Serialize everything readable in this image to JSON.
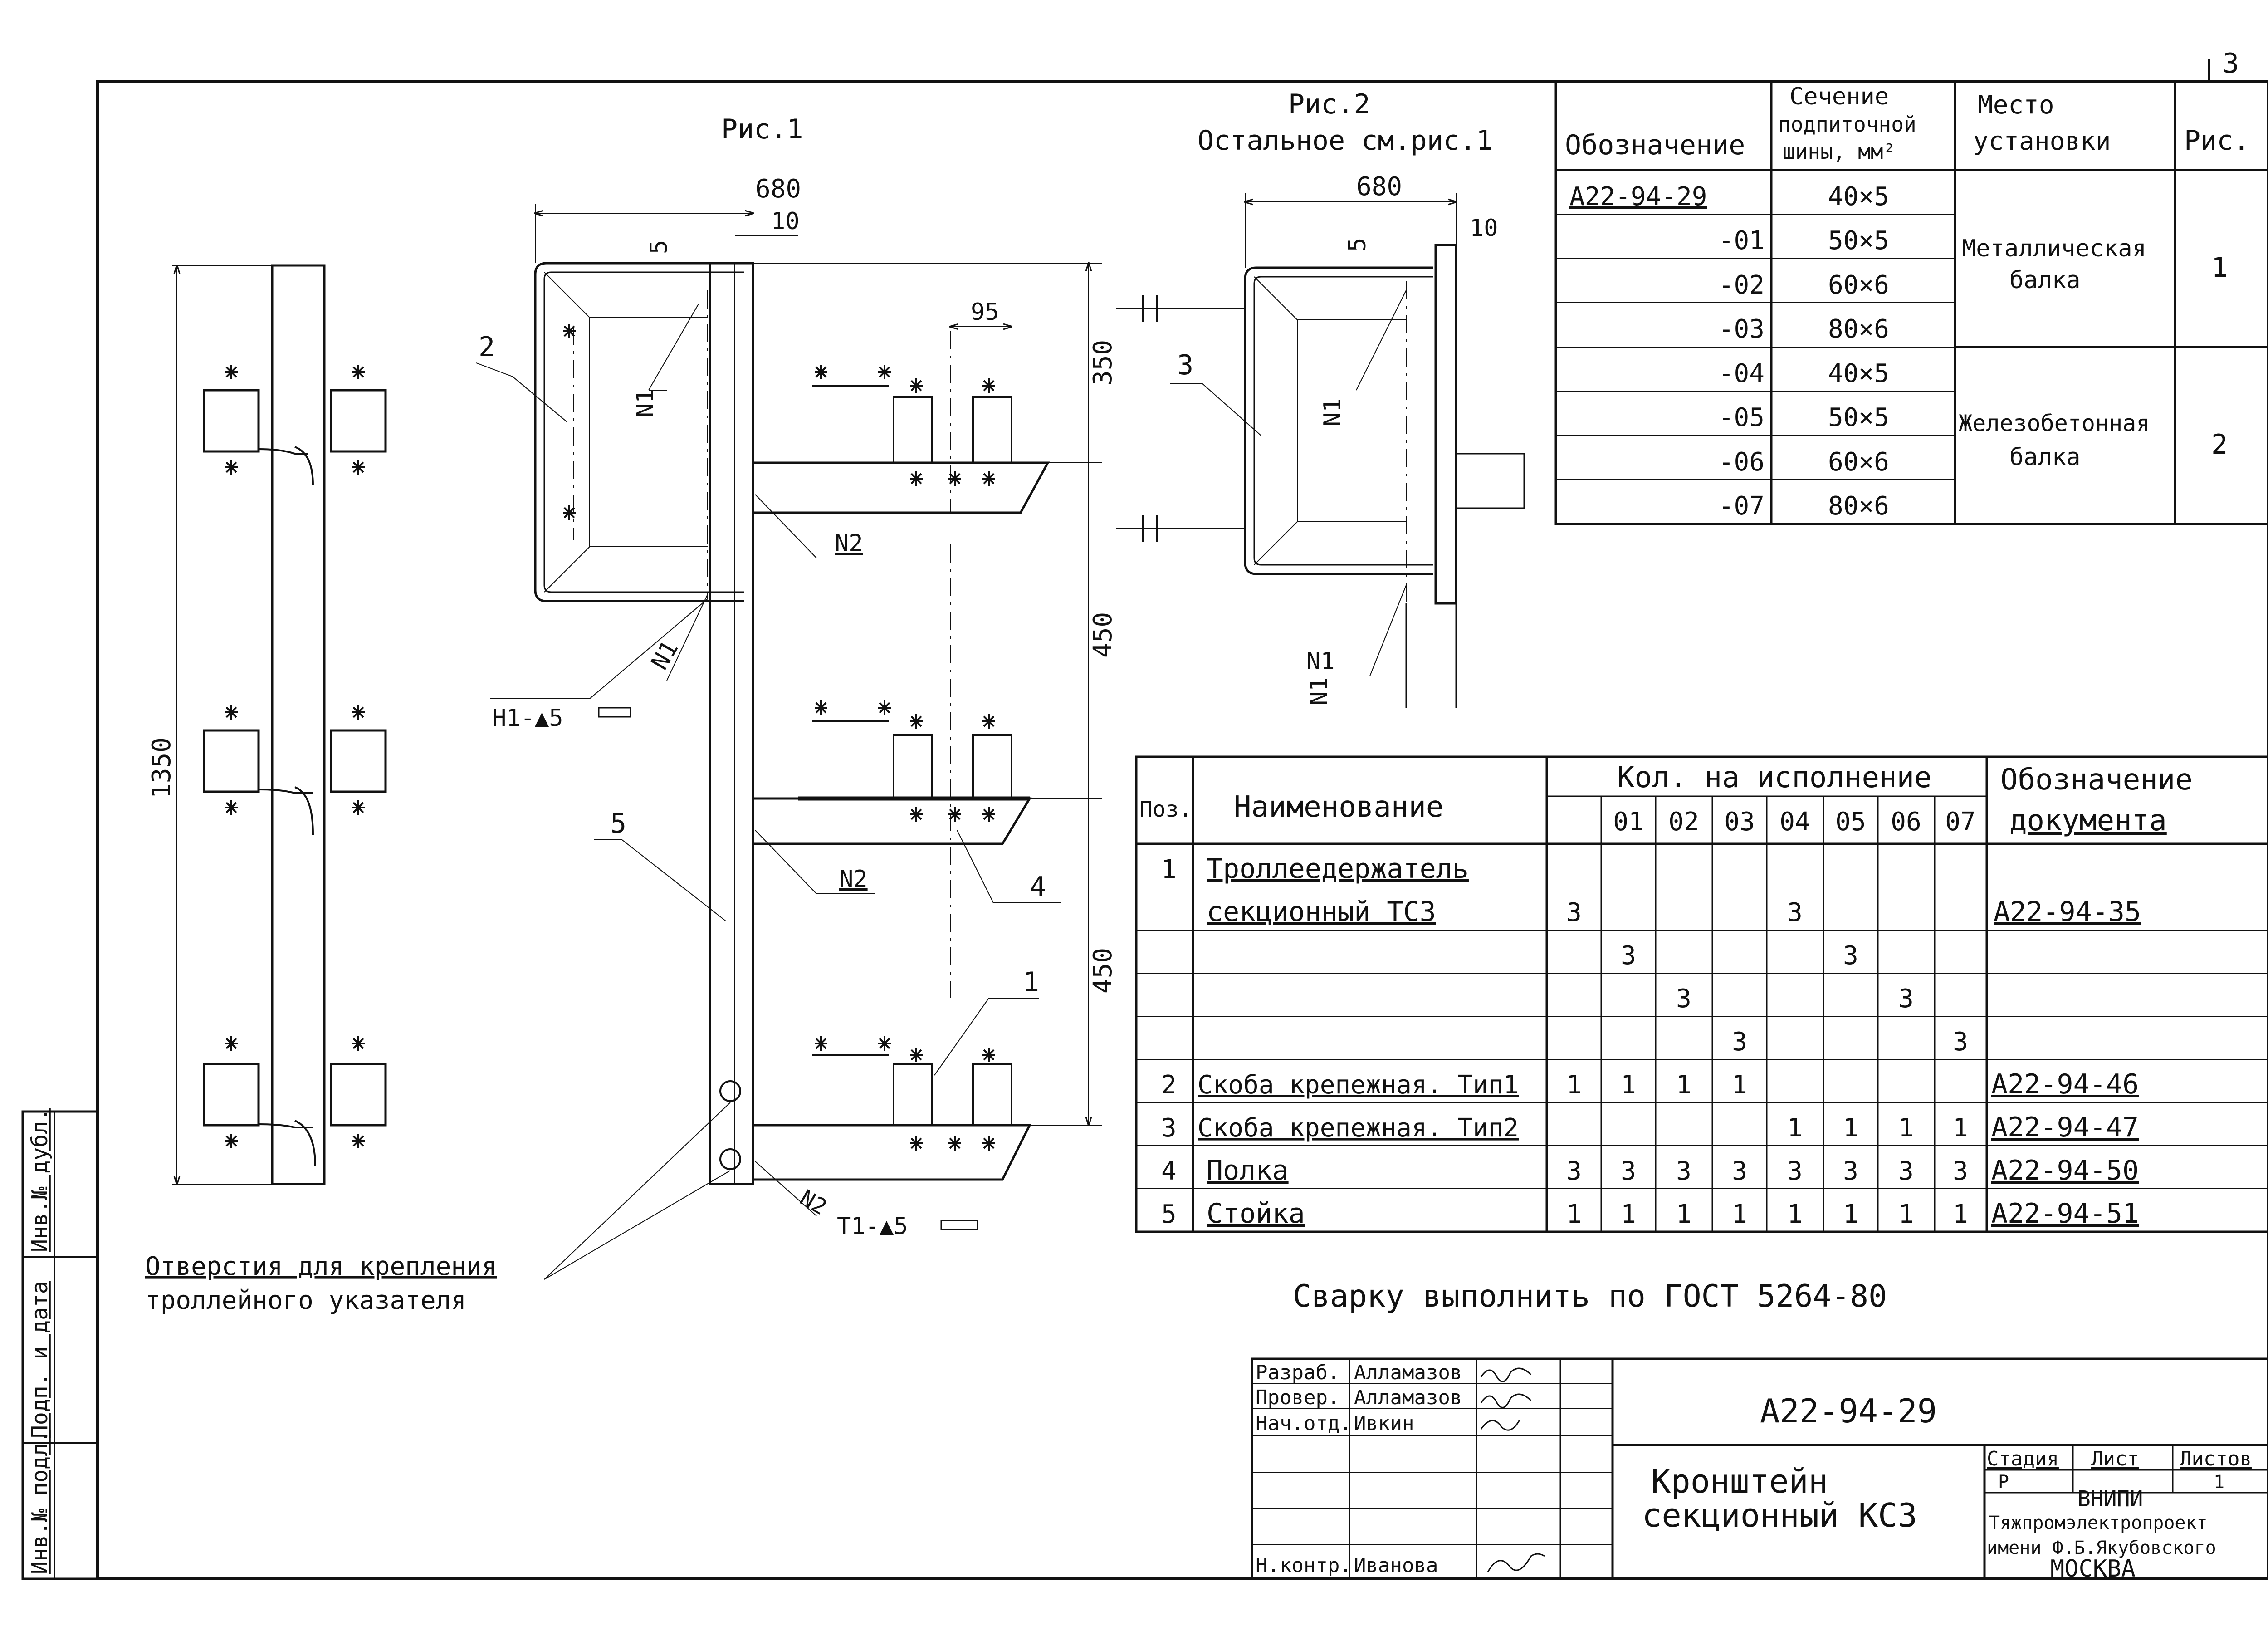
{
  "figure1": {
    "caption": "Рис.1",
    "dims": {
      "top": "680",
      "gap": "10",
      "small": "5",
      "right": "95",
      "h1": "350",
      "h2": "450",
      "h3": "450",
      "left": "1350"
    },
    "callouts": {
      "p1": "1",
      "p2": "2",
      "p4": "4",
      "p5": "5"
    },
    "welds": {
      "n1a": "N1",
      "n1b": "N1",
      "n2a": "N2",
      "n2b": "N2",
      "n2c": "N2"
    },
    "weld_symbol_h": "Н1-▲5",
    "weld_symbol_t": "Т1-▲5",
    "holes_note_line1": "Отверстия для крепления",
    "holes_note_line2": "троллейного указателя"
  },
  "figure2": {
    "caption_line1": "Рис.2",
    "caption_line2": "Остальное см.рис.1",
    "dims": {
      "top": "680",
      "small": "5",
      "gap": "10"
    },
    "callout_p3": "3",
    "welds": {
      "n1a": "N1",
      "n1b": "N1",
      "n1c": "N1"
    }
  },
  "variants_table": {
    "headers": {
      "designation": "Обозначение",
      "section_line1": "Сечение",
      "section_line2": "подпиточной",
      "section_line3": "шины, мм²",
      "place_line1": "Место",
      "place_line2": "установки",
      "fig": "Рис."
    },
    "rows": [
      {
        "designation": "А22-94-29",
        "section": "40×5"
      },
      {
        "designation": "-01",
        "section": "50×5"
      },
      {
        "designation": "-02",
        "section": "60×6"
      },
      {
        "designation": "-03",
        "section": "80×6"
      },
      {
        "designation": "-04",
        "section": "40×5"
      },
      {
        "designation": "-05",
        "section": "50×5"
      },
      {
        "designation": "-06",
        "section": "60×6"
      },
      {
        "designation": "-07",
        "section": "80×6"
      }
    ],
    "groups": [
      {
        "place_line1": "Металлическая",
        "place_line2": "балка",
        "fig": "1"
      },
      {
        "place_line1": "Железобетонная",
        "place_line2": "балка",
        "fig": "2"
      }
    ]
  },
  "spec_table": {
    "headers": {
      "pos": "Поз.",
      "name": "Наименование",
      "qty": "Кол. на исполнение",
      "doc_line1": "Обозначение",
      "doc_line2": "документа"
    },
    "columns": [
      "",
      "01",
      "02",
      "03",
      "04",
      "05",
      "06",
      "07"
    ],
    "rows": [
      {
        "pos": "1",
        "name": "Троллеедержатель",
        "cells": [
          "",
          "",
          "",
          "",
          "",
          "",
          "",
          ""
        ],
        "doc": ""
      },
      {
        "pos": "",
        "name": "секционный ТС3",
        "cells": [
          "3",
          "",
          "",
          "",
          "3",
          "",
          "",
          ""
        ],
        "doc": "А22-94-35"
      },
      {
        "pos": "",
        "name": "",
        "cells": [
          "",
          "3",
          "",
          "",
          "",
          "3",
          "",
          ""
        ],
        "doc": ""
      },
      {
        "pos": "",
        "name": "",
        "cells": [
          "",
          "",
          "3",
          "",
          "",
          "",
          "3",
          ""
        ],
        "doc": ""
      },
      {
        "pos": "",
        "name": "",
        "cells": [
          "",
          "",
          "",
          "3",
          "",
          "",
          "",
          "3"
        ],
        "doc": ""
      },
      {
        "pos": "2",
        "name": "Скоба крепежная. Тип1",
        "cells": [
          "1",
          "1",
          "1",
          "1",
          "",
          "",
          "",
          ""
        ],
        "doc": "А22-94-46"
      },
      {
        "pos": "3",
        "name": "Скоба крепежная. Тип2",
        "cells": [
          "",
          "",
          "",
          "",
          "1",
          "1",
          "1",
          "1"
        ],
        "doc": "А22-94-47"
      },
      {
        "pos": "4",
        "name": "Полка",
        "cells": [
          "3",
          "3",
          "3",
          "3",
          "3",
          "3",
          "3",
          "3"
        ],
        "doc": "А22-94-50"
      },
      {
        "pos": "5",
        "name": "Стойка",
        "cells": [
          "1",
          "1",
          "1",
          "1",
          "1",
          "1",
          "1",
          "1"
        ],
        "doc": "А22-94-51"
      }
    ]
  },
  "weld_note": "Сварку выполнить по ГОСТ 5264-80",
  "title_block": {
    "code": "А22-94-29",
    "title_line1": "Кронштейн",
    "title_line2": "секционный КС3",
    "roles": [
      {
        "role": "Разраб.",
        "name": "Алламазов"
      },
      {
        "role": "Провер.",
        "name": "Алламазов"
      },
      {
        "role": "Нач.отд.",
        "name": "Ивкин"
      },
      {
        "role": "",
        "name": ""
      },
      {
        "role": "",
        "name": ""
      },
      {
        "role": "",
        "name": ""
      },
      {
        "role": "Н.контр.",
        "name": "Иванова"
      }
    ],
    "stage_header": "Стадия",
    "sheet_header": "Лист",
    "sheets_header": "Листов",
    "stage": "Р",
    "sheets": "1",
    "org_line1": "ВНИПИ",
    "org_line2": "Тяжпромэлектропроект",
    "org_line3": "имени Ф.Б.Якубовского",
    "org_line4": "МОСКВА"
  },
  "side_stamp": {
    "inv_orig": "Инв.№ подл.",
    "sign_date": "Подп. и дата",
    "inv_dup": "Инв.№ дубл."
  }
}
